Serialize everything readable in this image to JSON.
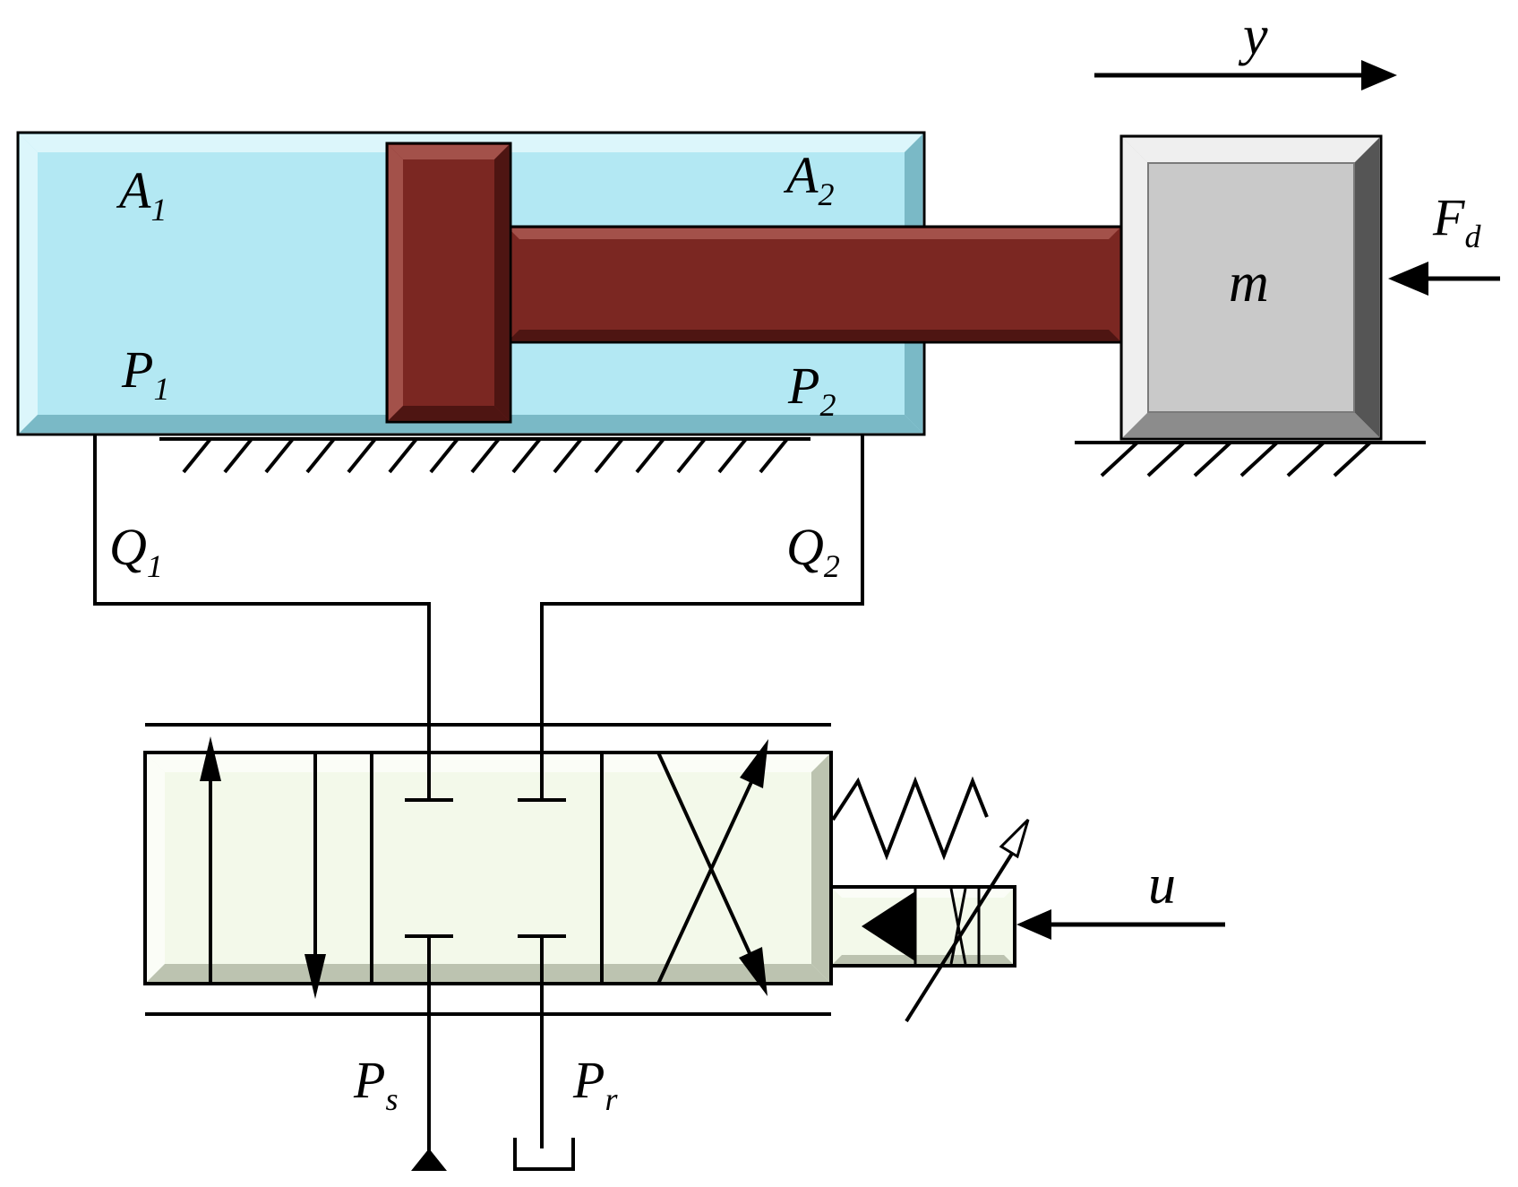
{
  "colors": {
    "cylinder_fill": "#b3e8f3",
    "cylinder_light": "#dcf6fb",
    "cylinder_dark": "#7ab9c6",
    "piston_fill": "#7b2722",
    "piston_light": "#a3514a",
    "piston_dark": "#4e1512",
    "mass_fill": "#c9c9c9",
    "mass_light": "#efefef",
    "mass_dark": "#555555",
    "valve_fill": "#f3f9ea",
    "valve_light": "#fbfdf7",
    "valve_dark": "#bcc3b0",
    "line": "#000000",
    "background": "#ffffff"
  },
  "labels": {
    "area_1": {
      "main": "A",
      "sub": "1"
    },
    "area_2": {
      "main": "A",
      "sub": "2"
    },
    "pressure_1": {
      "main": "P",
      "sub": "1"
    },
    "pressure_2": {
      "main": "P",
      "sub": "2"
    },
    "flow_1": {
      "main": "Q",
      "sub": "1"
    },
    "flow_2": {
      "main": "Q",
      "sub": "2"
    },
    "supply_pressure": {
      "main": "P",
      "sub": "s"
    },
    "return_pressure": {
      "main": "P",
      "sub": "r"
    },
    "mass": "m",
    "disturbance_force": {
      "main": "F",
      "sub": "d"
    },
    "displacement": "y",
    "control_input": "u"
  },
  "icons": {
    "supply_source": "filled-triangle-icon",
    "tank": "tank-icon",
    "spring": "zigzag-spring-icon",
    "solenoid_actuator": "proportional-solenoid-icon",
    "ground": "ground-hatch-icon"
  }
}
